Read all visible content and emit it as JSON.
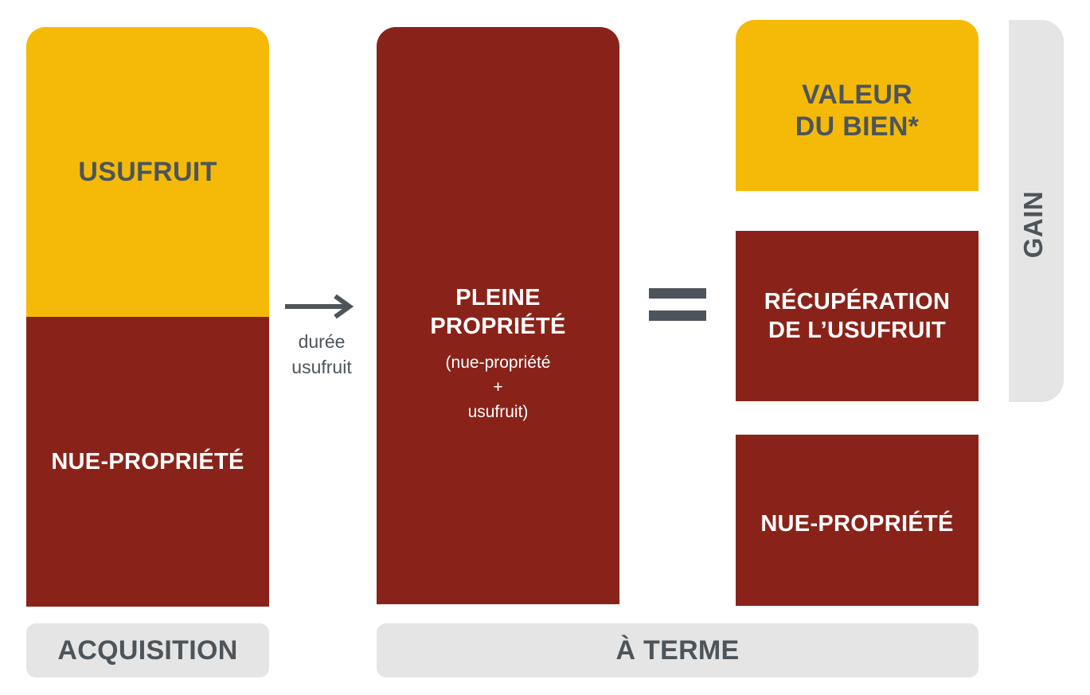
{
  "acquisition": {
    "usufruit": "USUFRUIT",
    "nue_propriete": "NUE-PROPRIÉTÉ",
    "label": "ACQUISITION"
  },
  "transition": {
    "line1": "durée",
    "line2": "usufruit"
  },
  "pleine": {
    "title_line1": "PLEINE",
    "title_line2": "PROPRIÉTÉ",
    "sub_line1": "(nue-propriété",
    "sub_line2": "+",
    "sub_line3": "usufruit)"
  },
  "terme": {
    "valeur_line1": "VALEUR",
    "valeur_line2": "DU BIEN*",
    "recup_line1": "RÉCUPÉRATION",
    "recup_line2": "DE L’USUFRUIT",
    "nue_propriete": "NUE-PROPRIÉTÉ",
    "label": "À TERME",
    "gain": "GAIN"
  },
  "colors": {
    "yellow": "#F5BA08",
    "red": "#89231A",
    "grey": "#E5E5E5",
    "text_dark": "#4D555B"
  }
}
